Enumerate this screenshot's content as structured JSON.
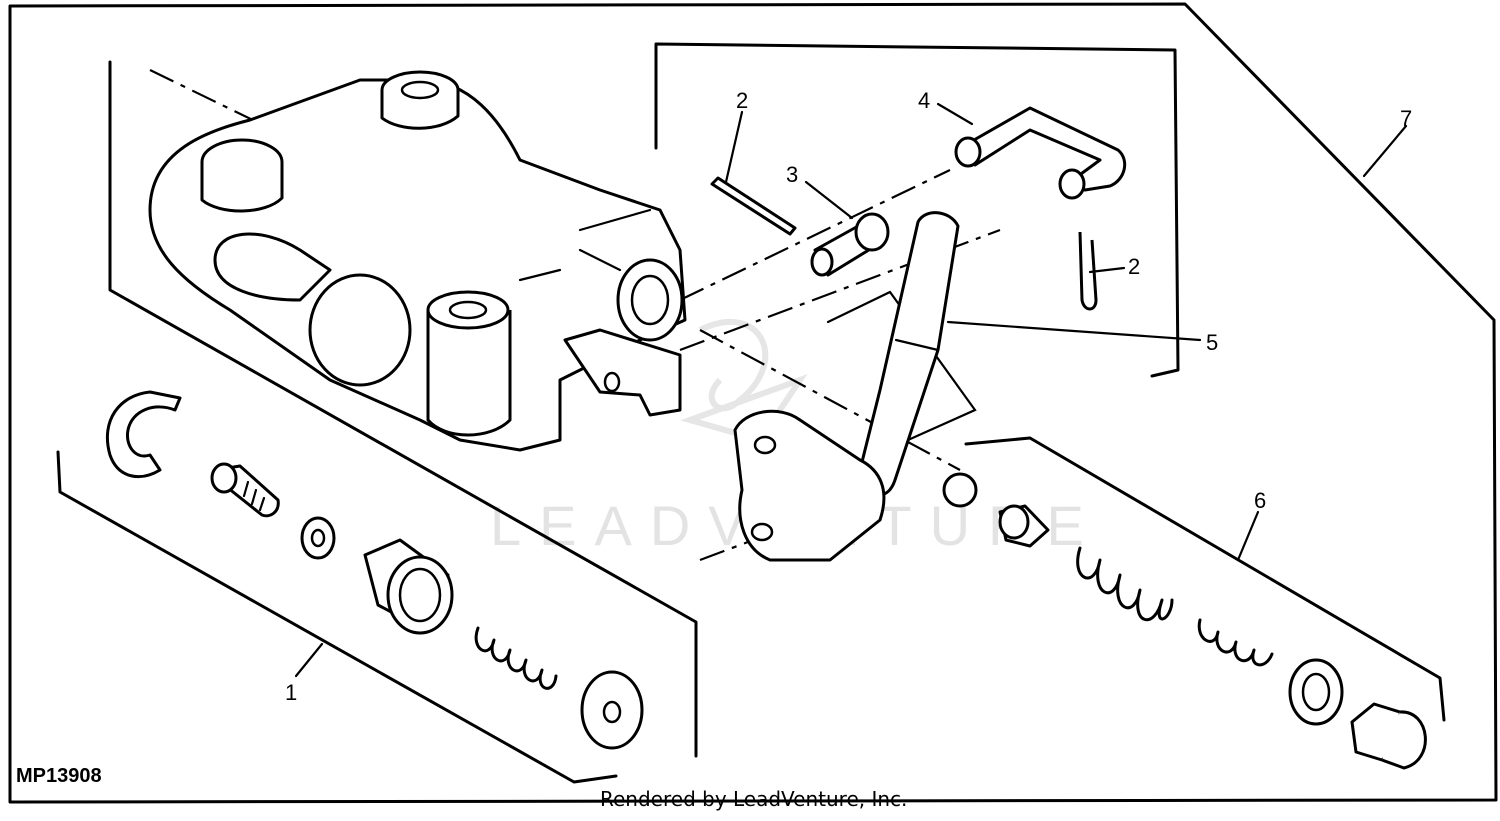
{
  "figure": {
    "id": "MP13908",
    "credit": "Rendered by LeadVenture, Inc.",
    "watermark": "LEADVENTURE"
  },
  "callouts": {
    "c1": "1",
    "c2a": "2",
    "c2b": "2",
    "c3": "3",
    "c4": "4",
    "c5": "5",
    "c6": "6",
    "c7": "7"
  }
}
